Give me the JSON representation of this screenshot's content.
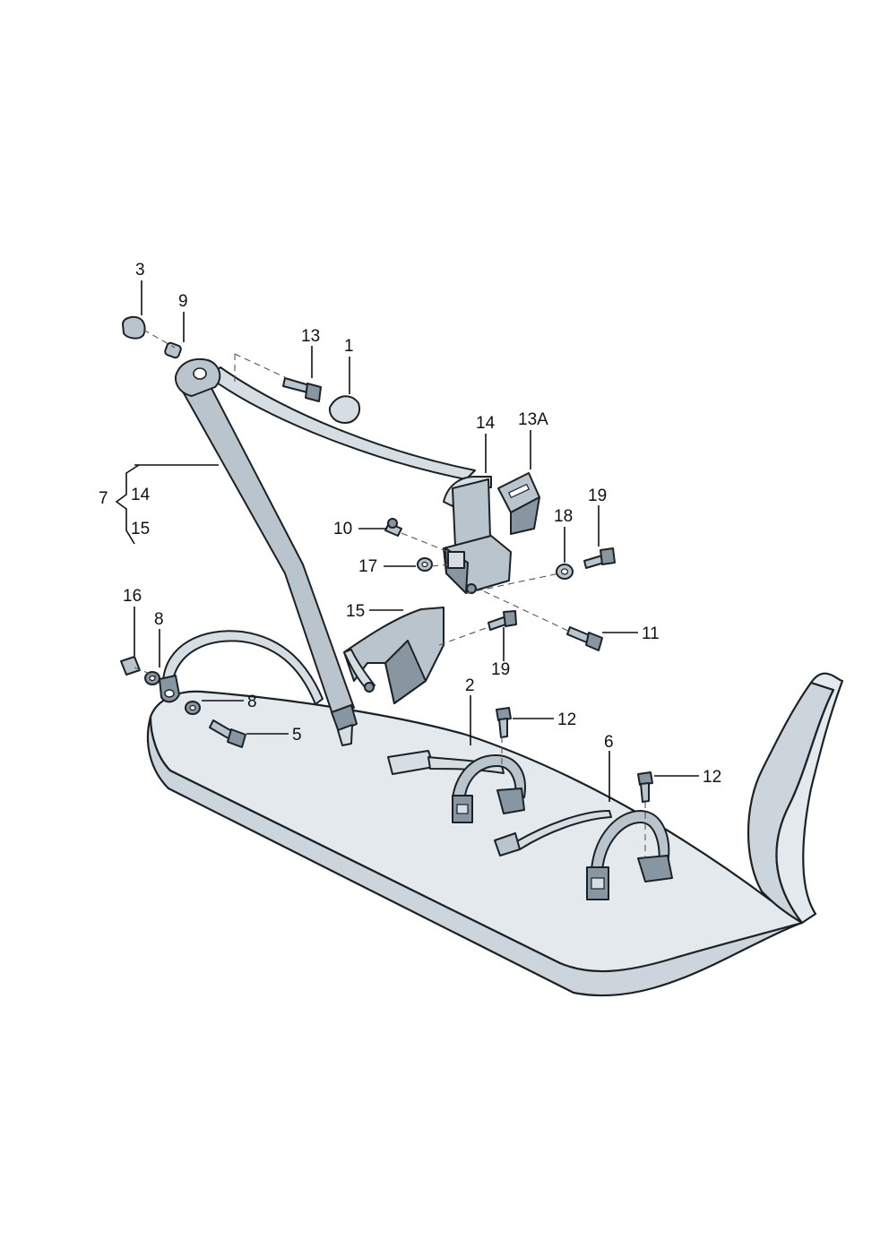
{
  "callouts": [
    {
      "id": "c3",
      "text": "3"
    },
    {
      "id": "c9",
      "text": "9"
    },
    {
      "id": "c13a",
      "text": "13"
    },
    {
      "id": "c1",
      "text": "1"
    },
    {
      "id": "c14a",
      "text": "14"
    },
    {
      "id": "c13A",
      "text": "13A"
    },
    {
      "id": "c7",
      "text": "7"
    },
    {
      "id": "c7-14",
      "text": "14"
    },
    {
      "id": "c7-15",
      "text": "15"
    },
    {
      "id": "c19a",
      "text": "19"
    },
    {
      "id": "c18",
      "text": "18"
    },
    {
      "id": "c10",
      "text": "10"
    },
    {
      "id": "c17",
      "text": "17"
    },
    {
      "id": "c16",
      "text": "16"
    },
    {
      "id": "c8a",
      "text": "8"
    },
    {
      "id": "c15",
      "text": "15"
    },
    {
      "id": "c11",
      "text": "11"
    },
    {
      "id": "c19b",
      "text": "19"
    },
    {
      "id": "c8b",
      "text": "8"
    },
    {
      "id": "c2",
      "text": "2"
    },
    {
      "id": "c12a",
      "text": "12"
    },
    {
      "id": "c5",
      "text": "5"
    },
    {
      "id": "c6",
      "text": "6"
    },
    {
      "id": "c12b",
      "text": "12"
    }
  ],
  "colors": {
    "part": "#b9c4cc",
    "seat": "#e4e9ed",
    "outline": "#1b2226"
  }
}
